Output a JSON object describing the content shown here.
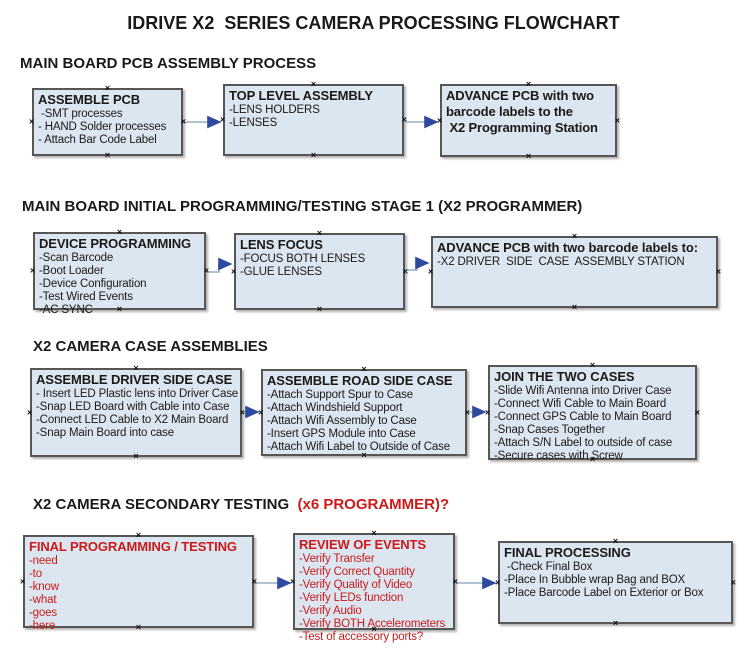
{
  "title": "IDRIVE X2  SERIES CAMERA PROCESSING FLOWCHART",
  "sections": [
    {
      "label": "MAIN BOARD PCB ASSEMBLY PROCESS"
    },
    {
      "label": "MAIN BOARD INITIAL PROGRAMMING/TESTING STAGE 1 (X2 PROGRAMMER)"
    },
    {
      "label": "X2 CAMERA CASE ASSEMBLIES"
    },
    {
      "label": "X2 CAMERA SECONDARY TESTING ",
      "label_red": " (x6 PROGRAMMER)?"
    }
  ],
  "boxes": {
    "assemble_pcb": {
      "title": "ASSEMBLE PCB",
      "items": [
        " -SMT processes",
        "- HAND Solder processes",
        "- Attach Bar Code Label"
      ]
    },
    "top_level": {
      "title": "TOP LEVEL ASSEMBLY",
      "items": [
        "-LENS HOLDERS",
        "-LENSES"
      ]
    },
    "advance_row1": {
      "title": "ADVANCE PCB with two",
      "items": [
        "barcode labels to the",
        " X2 Programming Station"
      ]
    },
    "device_programming": {
      "title": "DEVICE PROGRAMMING",
      "items": [
        "-Scan Barcode",
        "-Boot Loader",
        "-Device Configuration",
        "-Test Wired Events",
        "-AC SYNC"
      ]
    },
    "lens_focus": {
      "title": "LENS FOCUS",
      "items": [
        "-FOCUS BOTH LENSES",
        "-GLUE LENSES"
      ]
    },
    "advance_row2": {
      "title": "ADVANCE PCB with two barcode labels to:",
      "items": [
        "-X2 DRIVER  SIDE  CASE  ASSEMBLY STATION"
      ]
    },
    "driver_case": {
      "title": "ASSEMBLE DRIVER SIDE CASE",
      "items": [
        "- Insert LED Plastic lens into Driver Case",
        "-Snap LED Board with Cable into Case",
        "-Connect LED Cable to X2 Main Board",
        "-Snap Main Board into case"
      ]
    },
    "road_case": {
      "title": "ASSEMBLE ROAD SIDE CASE",
      "items": [
        "-Attach Support Spur to Case",
        "-Attach Windshield Support",
        "-Attach Wifi Assembly to Case",
        "-Insert GPS Module into Case",
        "-Attach Wifi Label to Outside of Case"
      ]
    },
    "join_cases": {
      "title": "JOIN THE TWO CASES",
      "items": [
        "-Slide Wifi Antenna into Driver Case",
        "-Connect Wifi Cable to Main Board",
        "-Connect GPS Cable to Main Board",
        "-Snap Cases Together",
        "-Attach S/N Label to outside of case",
        "-Secure cases with Screw"
      ]
    },
    "final_programming": {
      "title": "FINAL PROGRAMMING / TESTING",
      "items": [
        "-need",
        "-to",
        "-know",
        "-what",
        "-goes",
        "-here"
      ]
    },
    "review_events": {
      "title": "REVIEW OF EVENTS",
      "items": [
        "-Verify Transfer",
        "-Verify Correct Quantity",
        "-Verify Quality of Video",
        "-Verify LEDs function",
        "-Verify Audio",
        "-Verify BOTH Accelerometers",
        "-Test of accessory ports?"
      ]
    },
    "final_processing": {
      "title": "FINAL PROCESSING",
      "items": [
        " -Check Final Box",
        "-Place In Bubble wrap Bag and BOX",
        "-Place Barcode Label on Exterior or Box"
      ]
    }
  },
  "icons": {
    "connection_handle": "×"
  },
  "colors": {
    "box_fill": "#dce6f1",
    "box_border": "#565656",
    "connector_line": "#95afc7",
    "arrowhead": "#2e4a9e",
    "red": "#cc1a1a",
    "text": "#1a1a1a"
  }
}
